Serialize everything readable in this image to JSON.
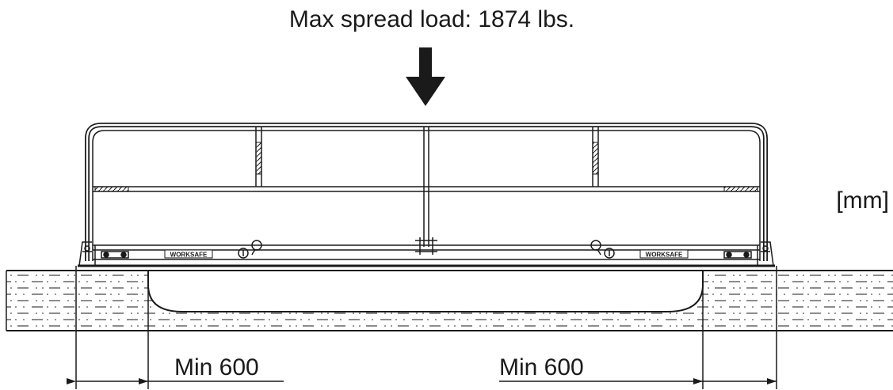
{
  "load_label": "Max spread load: 1874 lbs.",
  "unit_label": "[mm]",
  "brand_label_left": "WORKSAFE",
  "brand_label_right": "WORKSAFE",
  "dimension_left_label": "Min 600",
  "dimension_right_label": "Min 600",
  "colors": {
    "ink": "#1a1a1a",
    "background": "#ffffff"
  },
  "icons": {
    "load_arrow": "down-arrow-icon",
    "dimension_arrows": "double-headed-arrow-icon"
  }
}
